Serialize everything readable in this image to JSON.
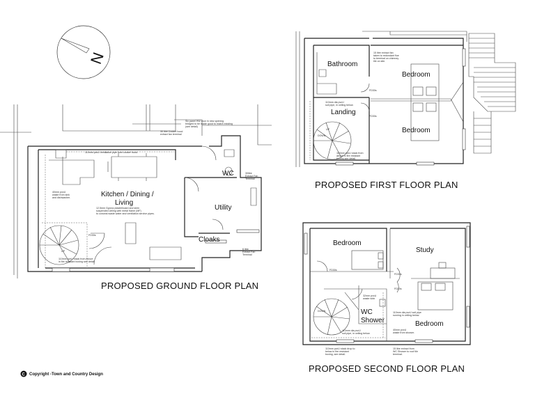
{
  "compass": {
    "label": "N"
  },
  "ground_floor": {
    "title": "PROPOSED GROUND FLOOR PLAN",
    "rooms": {
      "kitchen_line1": "Kitchen / Dining /",
      "kitchen_line2": "Living",
      "wc": "WC",
      "utility": "Utility",
      "cloaks": "Cloaks"
    },
    "notes": {
      "door_1": "Six panel HW door in new opening",
      "door_2": "bridged to be made good to match existing",
      "door_3": "(see detail)",
      "cooker_1": "30 litre Cooker hood",
      "cooker_2": "extract fan terminal",
      "vent_pipe": "110mm pvcU ventilation pipe from cooker hood.",
      "wc_fan_1": "30litre",
      "wc_fan_2": "Extract Fan",
      "wc_fan_3": "Terminal",
      "waste_1": "40mm pvcU",
      "waste_2": "waste from sink",
      "waste_3": "and dishwasher.",
      "ceiling_1": "12.5mm Gyproc plasterboard and skim",
      "ceiling_2": "suspended ceiling with metal frame (MF)",
      "ceiling_3": "to conceal waste water and ventilation service pipes.",
      "fd": "FD30s",
      "up": "UP",
      "stack_1": "110mm pvcU stack from Above",
      "stack_2": "in fire resistant boxing see detail",
      "cloaks_fan_1": "6 litre",
      "cloaks_fan_2": "Extract Fan",
      "cloaks_fan_3": "Terminal"
    }
  },
  "first_floor": {
    "title": "PROPOSED FIRST FLOOR PLAN",
    "rooms": {
      "bathroom": "Bathroom",
      "landing": "Landing",
      "bedroom_1": "Bedroom",
      "bedroom_2": "Bedroom"
    },
    "notes": {
      "fan_1": "15 litre extract fan",
      "fan_2": "taken to redundant flue",
      "fan_3": "to terminal on chimney",
      "fan_4": "tile on site.",
      "soil_1": "110mm dia pvcU",
      "soil_2": "soil pipe, in ceiling below.",
      "fd_1": "FD30s",
      "fd_2": "FD30s",
      "up": "UP",
      "down": "DOWN",
      "stack_1": "110mm pvcU stack from",
      "stack_2": "above in fire resistant",
      "stack_3": "boxing see detail."
    }
  },
  "second_floor": {
    "title": "PROPOSED SECOND FLOOR PLAN",
    "rooms": {
      "bedroom_1": "Bedroom",
      "study": "Study",
      "bedroom_2": "Bedroom",
      "wc_1": "WC",
      "wc_2": "Shower"
    },
    "notes": {
      "fd_1": "FD30s",
      "fd_2": "FD30s",
      "fd_3": "FD30s",
      "down": "DOWN",
      "waste_1": "32mm pvcU",
      "waste_2": "waste whb",
      "soil_1": "110mm dia pvcU soil pipe",
      "soil_2": "running in ceiling below.",
      "soil_b_1": "110mm dia pvcU",
      "soil_b_2": "soil pipe, in ceiling below.",
      "shower_1": "40mm pvcU",
      "shower_2": "waste from shower.",
      "stack_1": "110mm pvcU stack drop to",
      "stack_2": "below in fire resistant",
      "stack_3": "boxing, see detail.",
      "fan_1": "15 litre extract from",
      "fan_2": "WC Shower to roof tile",
      "fan_3": "terminal."
    }
  },
  "copyright": {
    "symbol": "C",
    "text": "Copyright -Town and Country Design"
  }
}
